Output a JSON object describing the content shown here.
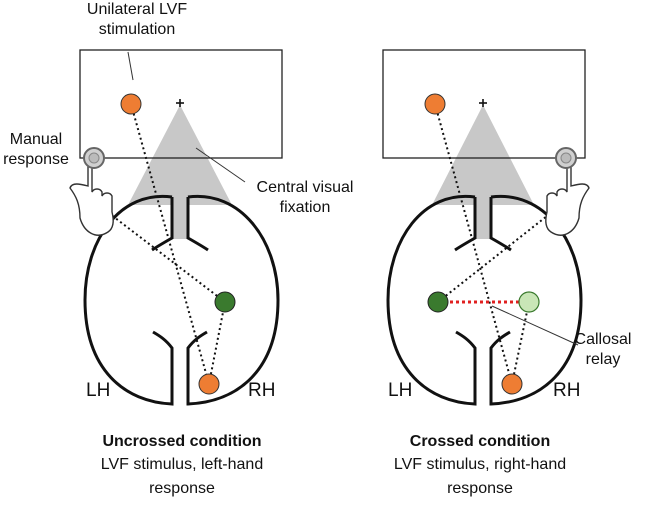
{
  "labels": {
    "stim_line1": "Unilateral LVF",
    "stim_line2": "stimulation",
    "manual_line1": "Manual",
    "manual_line2": "response",
    "fix_line1": "Central visual",
    "fix_line2": "fixation",
    "callosal_line1": "Callosal",
    "callosal_line2": "relay"
  },
  "panels": {
    "left": {
      "lh": "LH",
      "rh": "RH",
      "title": "Uncrossed condition",
      "line1": "LVF stimulus, left-hand",
      "line2": "response"
    },
    "right": {
      "lh": "LH",
      "rh": "RH",
      "title": "Crossed condition",
      "line1": "LVF stimulus, right-hand",
      "line2": "response"
    }
  },
  "colors": {
    "stimulus": "#ee7d33",
    "hemisphere_node": "#3a7a2e",
    "relay_node": "#c9e6b7",
    "callosal_link": "#e02020",
    "fixation_cone": "#c8c8c8"
  }
}
